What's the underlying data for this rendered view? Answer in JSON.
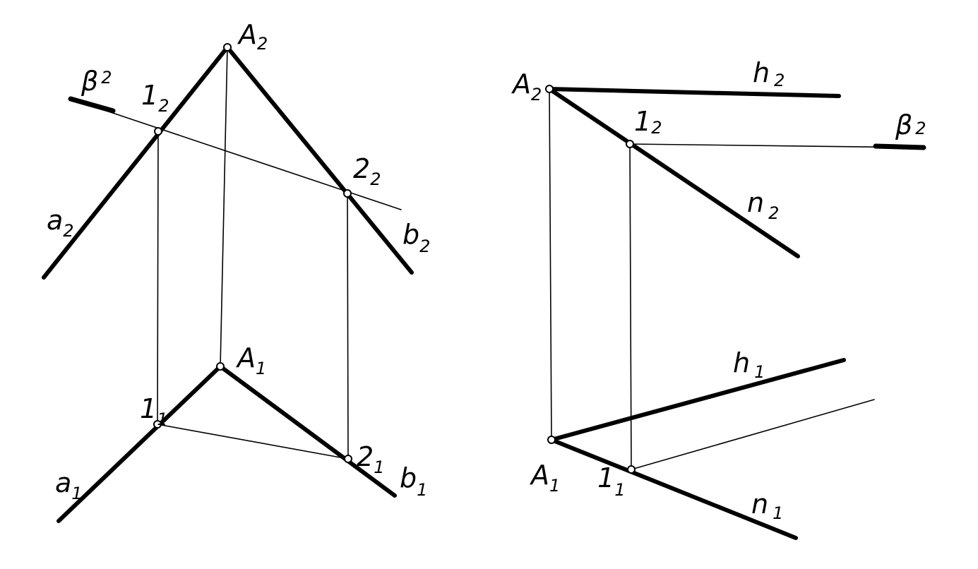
{
  "left": {
    "labels": {
      "A2": {
        "main": "A",
        "sub": "2"
      },
      "A1": {
        "main": "A",
        "sub": "1"
      },
      "p12": {
        "main": "1",
        "sub": "2"
      },
      "p22": {
        "main": "2",
        "sub": "2"
      },
      "p11": {
        "main": "1",
        "sub": "1"
      },
      "p21": {
        "main": "2",
        "sub": "1"
      },
      "a2": {
        "main": "a",
        "sub": "2"
      },
      "b2": {
        "main": "b",
        "sub": "2"
      },
      "a1": {
        "main": "a",
        "sub": "1"
      },
      "b1": {
        "main": "b",
        "sub": "1"
      },
      "beta2": {
        "main": "β",
        "sub": "2"
      }
    }
  },
  "right": {
    "labels": {
      "A2": {
        "main": "A",
        "sub": "2"
      },
      "A1": {
        "main": "A",
        "sub": "1"
      },
      "h2": {
        "main": "h",
        "sub": "2"
      },
      "n2": {
        "main": "n",
        "sub": "2"
      },
      "h1": {
        "main": "h",
        "sub": "1"
      },
      "n1": {
        "main": "n",
        "sub": "1"
      },
      "p12": {
        "main": "1",
        "sub": "2"
      },
      "p11": {
        "main": "1",
        "sub": "1"
      },
      "beta2": {
        "main": "β",
        "sub": "2"
      }
    }
  }
}
